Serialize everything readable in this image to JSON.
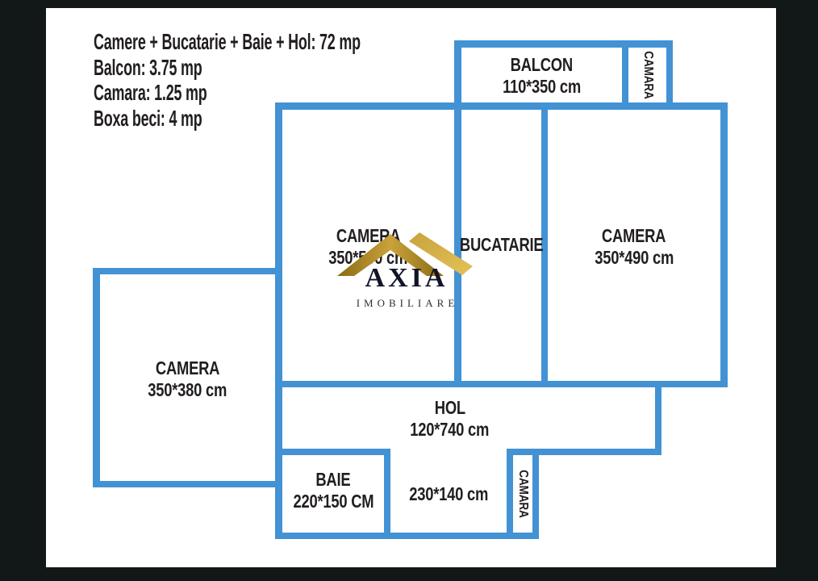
{
  "summary": {
    "line1": "Camere + Bucatarie + Baie + Hol: 72 mp",
    "line2": "Balcon: 3.75 mp",
    "line3": "Camara: 1.25 mp",
    "line4": "Boxa beci: 4 mp"
  },
  "rooms": {
    "balcon": {
      "name": "BALCON",
      "dims": "110*350 cm"
    },
    "camara_top": {
      "name": "CAMARA"
    },
    "camera_center": {
      "name": "CAMERA",
      "dims": "350*500 cm"
    },
    "bucatarie": {
      "name": "BUCATARIE"
    },
    "camera_right": {
      "name": "CAMERA",
      "dims": "350*490 cm"
    },
    "camera_left": {
      "name": "CAMERA",
      "dims": "350*380 cm"
    },
    "hol": {
      "name": "HOL",
      "dims": "120*740 cm"
    },
    "baie": {
      "name": "BAIE",
      "dims": "220*150 CM"
    },
    "storage_nook": {
      "dims": "230*140 cm"
    },
    "camara_bottom": {
      "name": "CAMARA"
    }
  },
  "logo": {
    "brand": "AXIA",
    "tagline": "IMOBILIARE"
  },
  "colors": {
    "wall": "#4292d4",
    "frame": "#121817",
    "text": "#221e1f",
    "gold-dark": "#8a6a15",
    "gold-mid": "#c9a23a",
    "gold-light": "#e3c159",
    "brand-text": "#121528",
    "tagline-text": "#2e2e2e"
  }
}
